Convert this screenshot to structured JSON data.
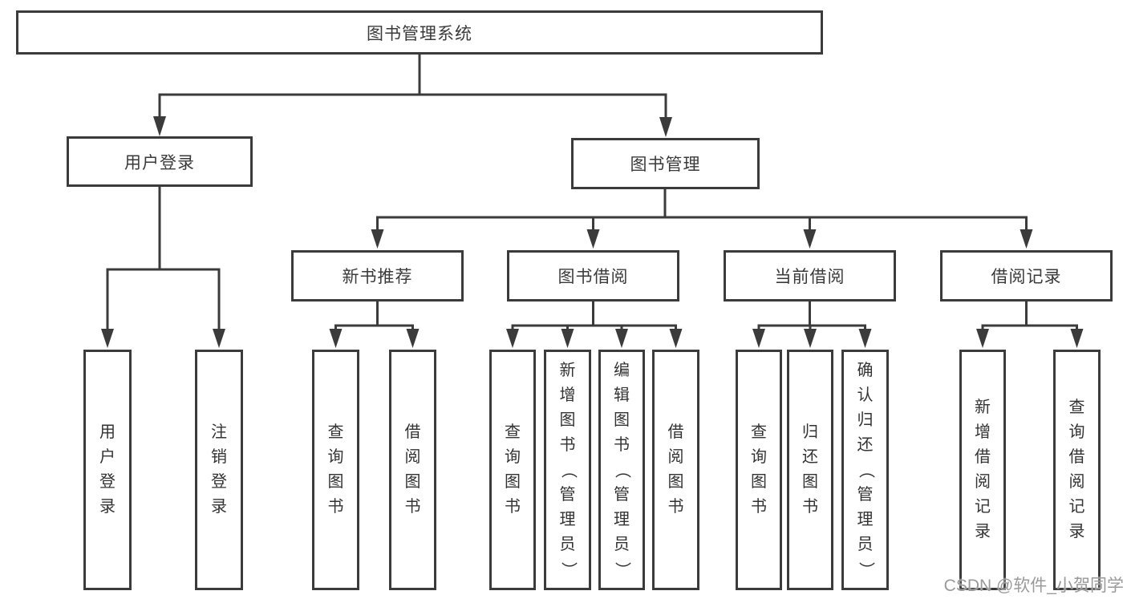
{
  "diagram_type": "hierarchy-tree",
  "colors": {
    "line": "#3b3b3b",
    "box_border": "#3b3b3b",
    "text": "#333333",
    "background": "#ffffff",
    "watermark": "#9a9a9a"
  },
  "watermark": "CSDN @软件_小贺同学",
  "tree": {
    "label": "图书管理系统",
    "children": [
      {
        "label": "用户登录",
        "children": [
          {
            "label": "用户登录"
          },
          {
            "label": "注销登录"
          }
        ]
      },
      {
        "label": "图书管理",
        "children": [
          {
            "label": "新书推荐",
            "children": [
              {
                "label": "查询图书"
              },
              {
                "label": "借阅图书"
              }
            ]
          },
          {
            "label": "图书借阅",
            "children": [
              {
                "label": "查询图书"
              },
              {
                "label": "新增图书（管理员）"
              },
              {
                "label": "编辑图书（管理员）"
              },
              {
                "label": "借阅图书"
              }
            ]
          },
          {
            "label": "当前借阅",
            "children": [
              {
                "label": "查询图书"
              },
              {
                "label": "归还图书"
              },
              {
                "label": "确认归还（管理员）"
              }
            ]
          },
          {
            "label": "借阅记录",
            "children": [
              {
                "label": "新增借阅记录"
              },
              {
                "label": "查询借阅记录"
              }
            ]
          }
        ]
      }
    ]
  }
}
